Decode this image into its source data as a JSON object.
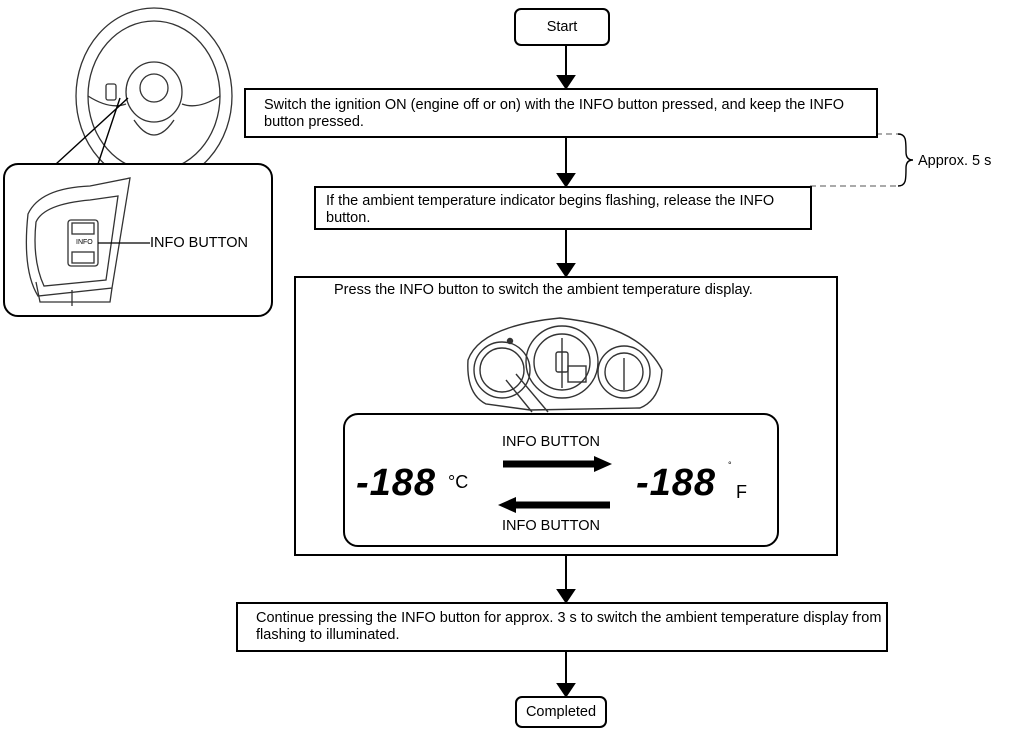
{
  "flow": {
    "start": "Start",
    "step1": "Switch the ignition ON (engine off or on) with the INFO button pressed, and keep the INFO button pressed.",
    "step2": "If the ambient temperature indicator begins flashing, release the INFO button.",
    "step3": "Press the INFO button to switch the ambient temperature display.",
    "step4": "Continue pressing the INFO button for approx. 3 s to switch the ambient temperature display from flashing to illuminated.",
    "end": "Completed"
  },
  "timing_note": "Approx. 5 s",
  "steering": {
    "callout": "INFO BUTTON",
    "button_text": "INFO"
  },
  "display": {
    "arrow_top": "INFO BUTTON",
    "arrow_bottom": "INFO BUTTON",
    "celsius_digits": "-188",
    "celsius_unit": "°C",
    "fahrenheit_digits": "-188",
    "fahrenheit_unit": "F"
  }
}
